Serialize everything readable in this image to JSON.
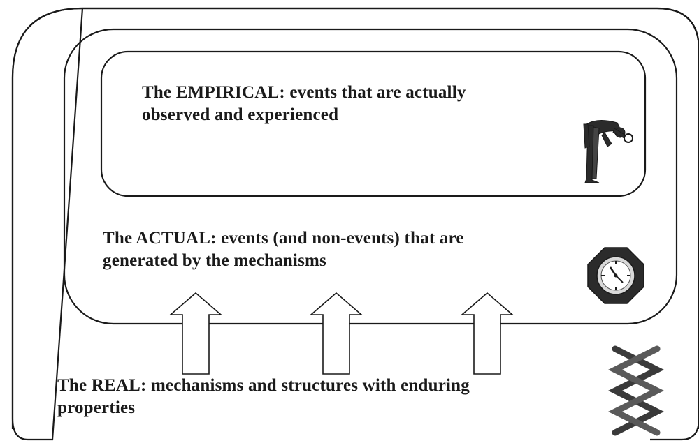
{
  "layers": {
    "empirical": {
      "line1": "The EMPIRICAL: events that are actually",
      "line2": "observed and experienced",
      "icon": "observer-with-magnifying-glass-icon"
    },
    "actual": {
      "line1": "The ACTUAL: events (and non-events) that are",
      "line2": "generated by the mechanisms",
      "icon": "clock-icon"
    },
    "real": {
      "line1": "The REAL: mechanisms and structures with enduring",
      "line2": "properties",
      "icon": "dna-helix-icon"
    }
  },
  "arrows": {
    "count": 3,
    "direction": "up",
    "icon": "hollow-up-arrow-icon"
  },
  "colors": {
    "stroke": "#1a1a1a",
    "text": "#1a1a1a",
    "icon_fill": "#2b2b2b",
    "background": "#ffffff"
  }
}
